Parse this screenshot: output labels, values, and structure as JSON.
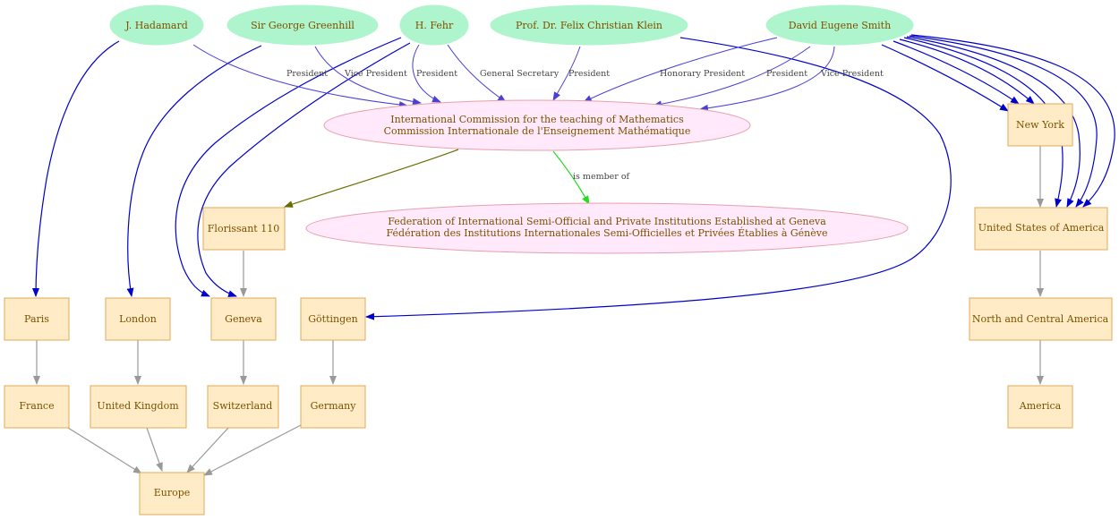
{
  "people": {
    "hadamard": "J. Hadamard",
    "greenhill": "Sir  George Greenhill",
    "fehr": "H. Fehr",
    "klein": "Prof. Dr. Felix Christian Klein",
    "smith": "David Eugene Smith"
  },
  "organizations": {
    "icmi": [
      "International Commission for the teaching of Mathematics",
      "Commission Internationale de l'Enseignement Mathématique"
    ],
    "federation": [
      "Federation of International Semi-Official and Private Institutions Established at Geneva",
      "Fédération des Institutions Internationales Semi-Officielles et Privées Établies à Génève"
    ]
  },
  "places": {
    "florissant": "Florissant 110",
    "new_york": "New York",
    "usa": "United States of America",
    "paris": "Paris",
    "london": "London",
    "geneva": "Geneva",
    "gottingen": "Göttingen",
    "north_central_america": "North and Central America",
    "france": "France",
    "united_kingdom": "United Kingdom",
    "switzerland": "Switzerland",
    "germany": "Germany",
    "america": "America",
    "europe": "Europe"
  },
  "edge_labels": {
    "hadamard_role": "President",
    "greenhill_role": "Vice President",
    "fehr_role_president": "President",
    "fehr_role_secretary": "General Secretary",
    "klein_role": "President",
    "smith_role_honorary": "Honorary President",
    "smith_role_president": "President",
    "smith_role_vice": "Vice President",
    "member_of": "is member of"
  },
  "colors": {
    "person_fill": "#aef5cd",
    "org_fill": "#ffe9fb",
    "place_fill": "#ffebc6",
    "residence_edge": "#0000cc",
    "role_edge": "#4a3fd6",
    "location_edge": "#999999",
    "address_edge": "#6b6b00",
    "membership_edge": "#22dd22"
  }
}
